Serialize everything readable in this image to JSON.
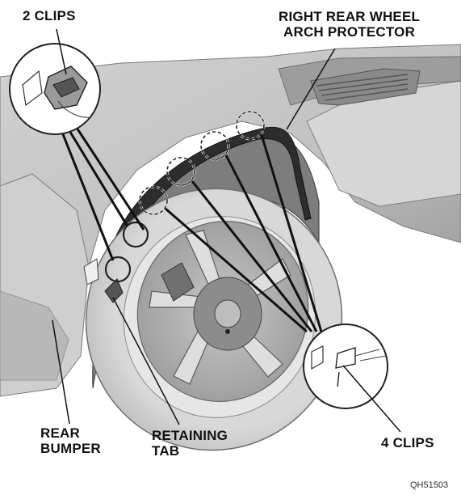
{
  "labels": {
    "two_clips": "2 CLIPS",
    "arch_protector_line1": "RIGHT REAR WHEEL",
    "arch_protector_line2": "ARCH PROTECTOR",
    "rear_bumper_line1": "REAR",
    "rear_bumper_line2": "BUMPER",
    "retaining_tab_line1": "RETAINING",
    "retaining_tab_line2": "TAB",
    "four_clips": "4 CLIPS"
  },
  "figure_code": "QH51503"
}
